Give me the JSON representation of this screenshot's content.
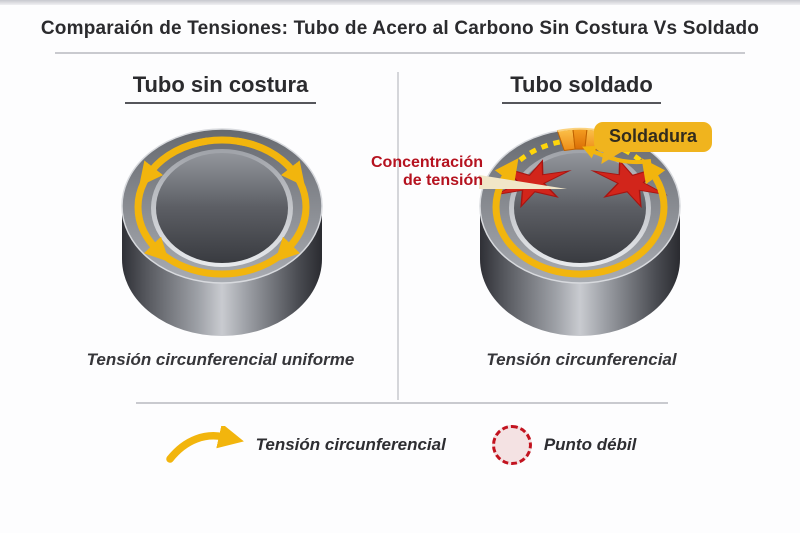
{
  "title": "Comparaión de Tensiones: Tubo de Acero al Carbono Sin Costura Vs Soldado",
  "panels": {
    "seamless": {
      "heading": "Tubo sin costura",
      "caption": "Tensión circunferencial uniforme",
      "illustration": "steel-ring-with-uniform-hoop-stress-arrows"
    },
    "welded": {
      "heading": "Tubo soldado",
      "caption": "Tensión circunferencial",
      "weld_label": "Soldadura",
      "stress_label_line1": "Concentración",
      "stress_label_line2": "de tensión",
      "illustration": "steel-ring-with-weld-seam-and-stress-concentration"
    }
  },
  "legend": {
    "hoop_stress": {
      "label": "Tensión circunferencial",
      "icon": "curved-yellow-arrow"
    },
    "weak_point": {
      "label": "Punto débil",
      "icon": "red-dashed-circle"
    }
  },
  "colors": {
    "accent_yellow": "#F2B50D",
    "soldadura_tag_bg": "#F0B41E",
    "weld_orange": "#E8831A",
    "starburst_red": "#D2251B",
    "stress_text_red": "#B5121F",
    "dash_yellow": "#FFD60A",
    "weak_point_red": "#C2131F",
    "metal_dark": "#2F3036",
    "metal_light": "#C9CBD0"
  }
}
